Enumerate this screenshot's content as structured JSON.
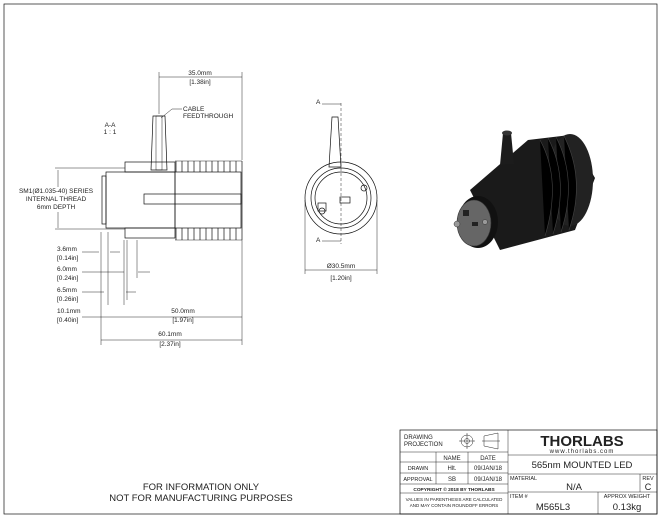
{
  "section_view": {
    "label": "A-A",
    "scale": "1 : 1",
    "callout_cable": [
      "CABLE",
      "FEEDTHROUGH"
    ],
    "callout_thread": [
      "SM1(Ø1.035-40) SERIES",
      "INTERNAL THREAD",
      "6mm DEPTH"
    ],
    "dims": [
      {
        "mm": "35.0mm",
        "in": "[1.38in]"
      },
      {
        "mm": "3.6mm",
        "in": "[0.14in]"
      },
      {
        "mm": "6.0mm",
        "in": "[0.24in]"
      },
      {
        "mm": "6.5mm",
        "in": "[0.26in]"
      },
      {
        "mm": "10.1mm",
        "in": "[0.40in]"
      },
      {
        "mm": "50.0mm",
        "in": "[1.97in]"
      },
      {
        "mm": "60.1mm",
        "in": "[2.37in]"
      }
    ]
  },
  "front_view": {
    "section_mark": "A",
    "diameter": {
      "mm": "Ø30.5mm",
      "in": "[1.20in]"
    }
  },
  "notice": [
    "FOR INFORMATION ONLY",
    "NOT FOR MANUFACTURING PURPOSES"
  ],
  "title_block": {
    "projection_label": [
      "DRAWING",
      "PROJECTION"
    ],
    "col_name": "NAME",
    "col_date": "DATE",
    "drawn_label": "DRAWN",
    "drawn_name": "Hlt.",
    "drawn_date": "09/JAN/18",
    "approval_label": "APPROVAL",
    "approval_name": "SB",
    "approval_date": "09/JAN/18",
    "copyright": "COPYRIGHT © 2018 BY THORLABS",
    "disclaimer": [
      "VALUES IN PARENTHESIS ARE CALCULATED",
      "AND MAY CONTAIN ROUNDOFF ERRORS"
    ],
    "brand": "THORLABS",
    "website": "www.thorlabs.com",
    "title": "565nm MOUNTED LED",
    "material_label": "MATERIAL",
    "material": "N/A",
    "rev_label": "REV",
    "rev": "C",
    "item_label": "ITEM #",
    "item": "M565L3",
    "weight_label": "APPROX WEIGHT",
    "weight": "0.13kg"
  }
}
